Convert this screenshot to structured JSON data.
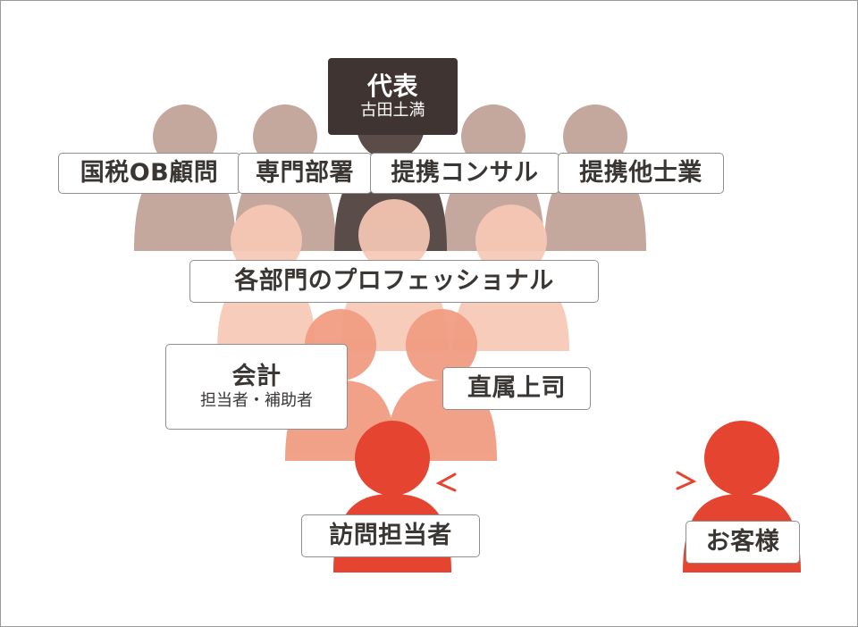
{
  "colors": {
    "advisor": "#c4a79d",
    "representative": "#594c49",
    "professional": "#f7c8b5",
    "boss": "#f09d82",
    "visitor": "#e54431",
    "customer": "#e54431",
    "label_border": "#8f8f8f",
    "dark_label": "#3f3431"
  },
  "labels": {
    "representative": {
      "title": "代表",
      "name": "古田土満"
    },
    "tax_ob": "国税OB顧問",
    "specialist_dept": "専門部署",
    "partner_consultant": "提携コンサル",
    "partner_professional": "提携他士業",
    "dept_professionals": "各部門のプロフェッショナル",
    "accounting": {
      "title": "会計",
      "sub": "担当者・補助者"
    },
    "direct_boss": "直属上司",
    "visitor": "訪問担当者",
    "customer": "お客様"
  }
}
